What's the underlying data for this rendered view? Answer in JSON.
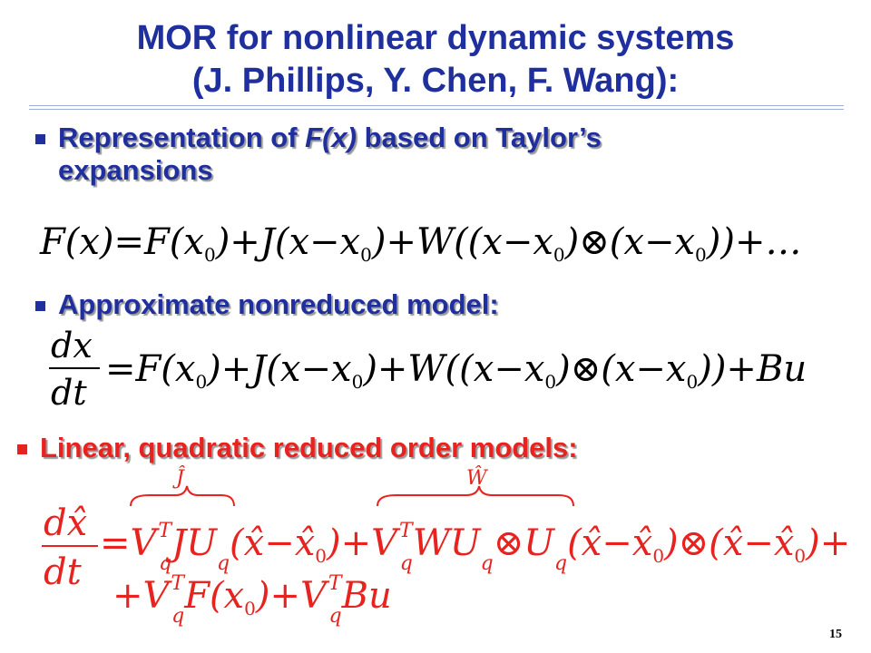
{
  "slide": {
    "title_line1": "MOR for nonlinear dynamic systems",
    "title_line2": "(J. Phillips, Y. Chen, F. Wang):",
    "bullet1_prefix": "Representation of ",
    "bullet1_italic": "F(x)",
    "bullet1_suffix": " based on Taylor’s",
    "bullet1_line2": "expansions",
    "bullet2": "Approximate nonreduced model:",
    "bullet3": "Linear, quadratic reduced order models:",
    "page_number": "15"
  },
  "colors": {
    "title_blue": "#1f2f9e",
    "accent_red": "#e8231f"
  }
}
